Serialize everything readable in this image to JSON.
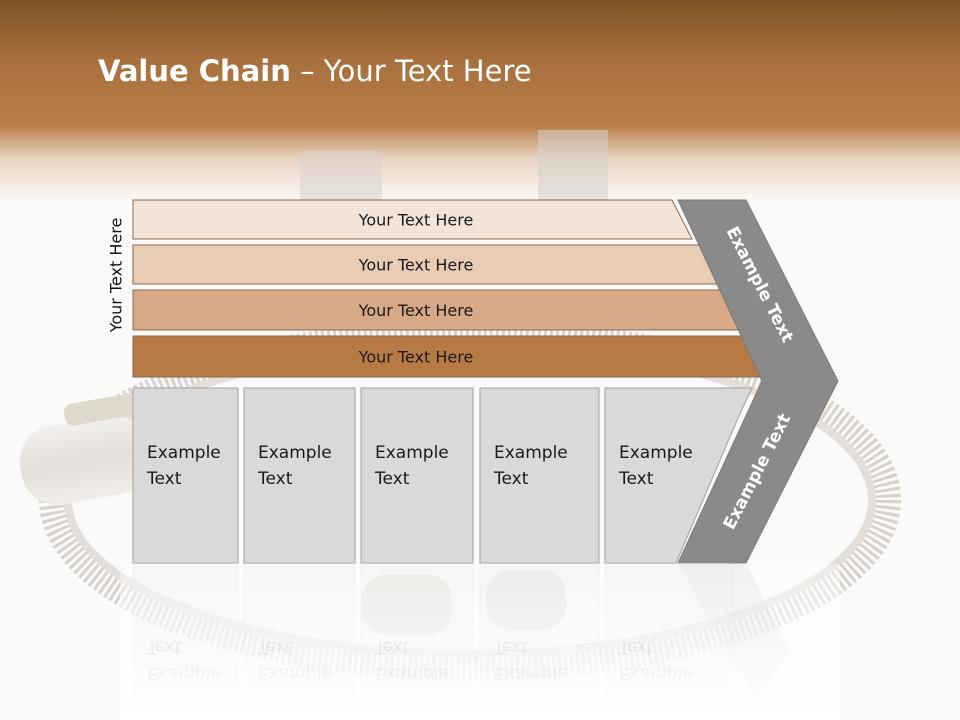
{
  "title": {
    "bold": "Value Chain",
    "rest": " – Your Text Here"
  },
  "side_label": "Your Text Here",
  "bars": [
    {
      "label": "Your Text Here",
      "fill": "#f2e4d8"
    },
    {
      "label": "Your Text Here",
      "fill": "#e8ccb3"
    },
    {
      "label": "Your Text Here",
      "fill": "#d8a986"
    },
    {
      "label": "Your Text Here",
      "fill": "#b87a45"
    }
  ],
  "boxes": [
    {
      "line1": "Example",
      "line2": "Text"
    },
    {
      "line1": "Example",
      "line2": "Text"
    },
    {
      "line1": "Example",
      "line2": "Text"
    },
    {
      "line1": "Example",
      "line2": "Text"
    },
    {
      "line1": "Example",
      "line2": "Text"
    }
  ],
  "chevron": {
    "upper": "Example Text",
    "lower": "Example Text",
    "fill": "#8a8a8a"
  },
  "colors": {
    "box_fill": "#d9d9d9",
    "box_stroke": "#a0a0a0",
    "bar_stroke": "#8a6a50"
  }
}
